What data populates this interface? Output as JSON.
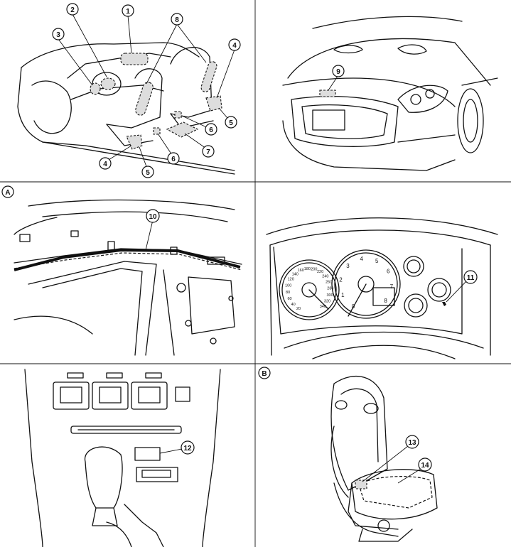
{
  "panel_labels": {
    "a": "A",
    "b": "B"
  },
  "callouts": {
    "c1": "1",
    "c2": "2",
    "c3": "3",
    "c4a": "4",
    "c4b": "4",
    "c5a": "5",
    "c5b": "5",
    "c6a": "6",
    "c6b": "6",
    "c7": "7",
    "c8": "8",
    "c9": "9",
    "c10": "10",
    "c11": "11",
    "c12": "12",
    "c13": "13",
    "c14": "14"
  },
  "gauges": {
    "speedo_ticks": [
      "20",
      "40",
      "60",
      "80",
      "100",
      "120",
      "140",
      "160",
      "180",
      "200",
      "220",
      "240",
      "260",
      "280",
      "300",
      "320",
      "340"
    ],
    "tach_ticks": [
      "0",
      "1",
      "2",
      "3",
      "4",
      "5",
      "6",
      "7",
      "8"
    ]
  }
}
